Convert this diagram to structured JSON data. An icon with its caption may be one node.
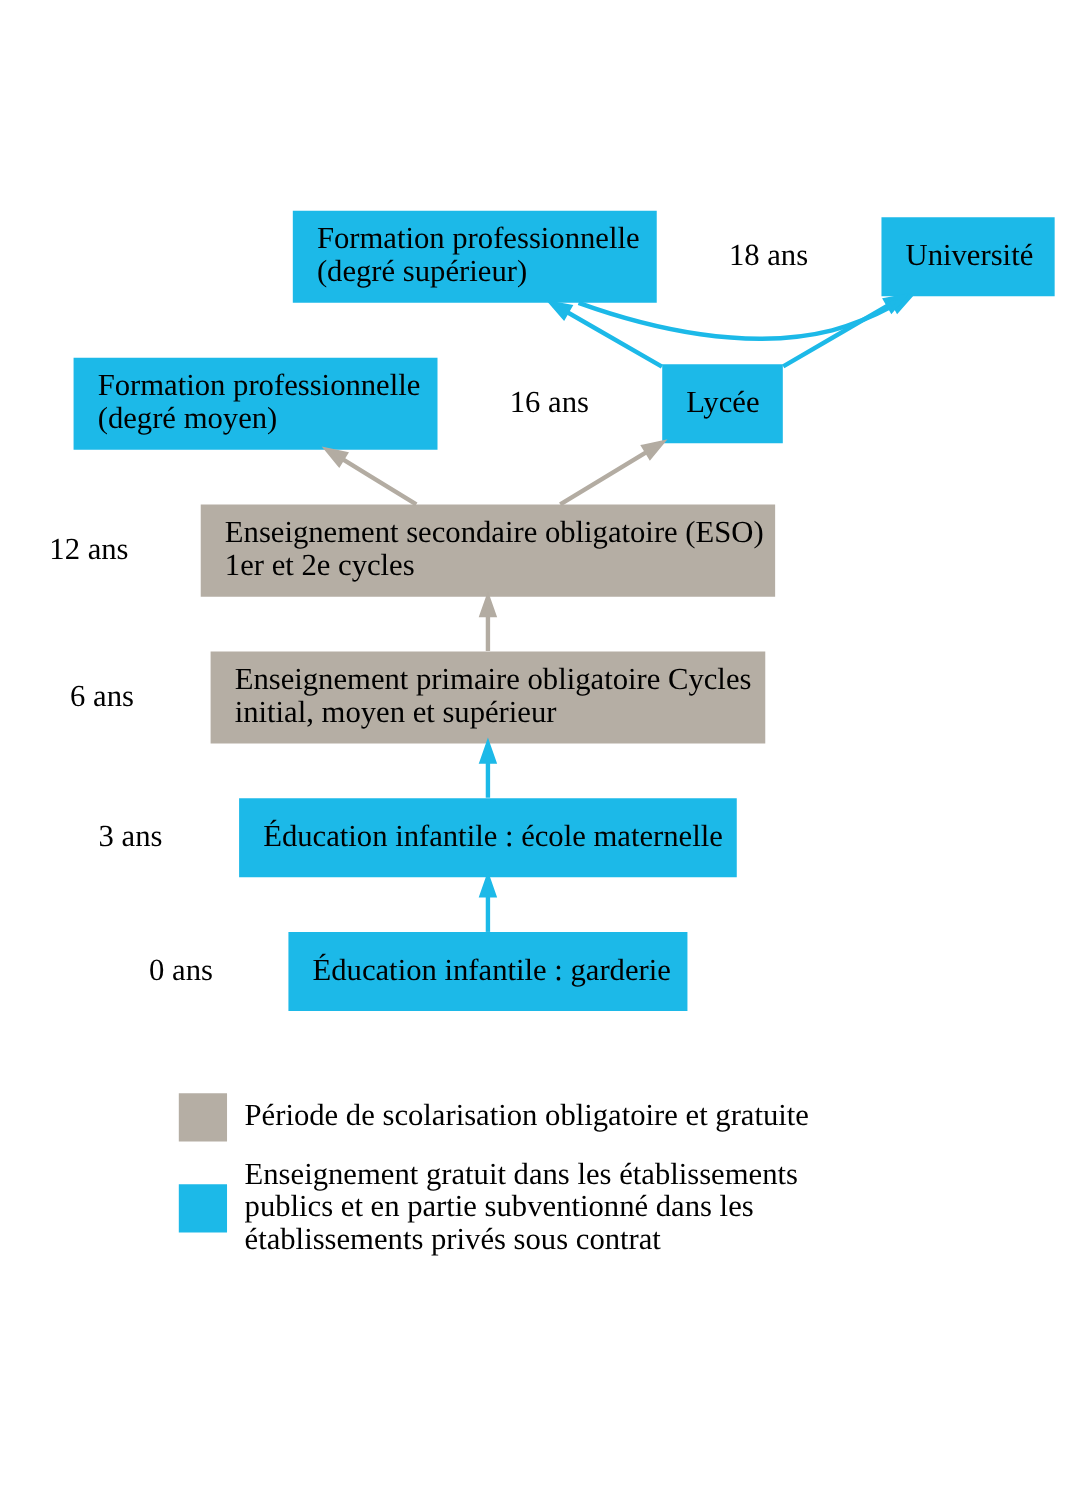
{
  "diagram": {
    "nodes": [
      {
        "text": [
          "Université"
        ],
        "beside": [
          "18 ans"
        ]
      },
      {
        "text": [
          "Formation professionnelle (degré supérieur)"
        ]
      },
      {
        "text": [
          "Lycée"
        ],
        "beside": [
          "16 ans"
        ]
      },
      {
        "text": [
          "Formation professionnelle (degré moyen)"
        ]
      },
      {
        "text": [
          "Enseignement secondaire obligatoire (ESO) 1er et 2e cycles"
        ],
        "beside": [
          "12 ans"
        ]
      },
      {
        "text": [
          "Enseignement primaire obligatoire Cycles initial, moyen et supérieur"
        ],
        "beside": [
          "6 ans"
        ]
      },
      {
        "text": [
          "Éducation infantile : école maternelle"
        ],
        "beside": [
          "3 ans"
        ]
      },
      {
        "text": [
          "Éducation infantile : garderie"
        ],
        "beside": [
          "0 ans"
        ]
      }
    ],
    "edges": [
      {
        "from": 1,
        "to": 0,
        "arrow": "to"
      },
      {
        "from": 2,
        "to": 0,
        "arrow": "to"
      },
      {
        "from": 2,
        "to": 1,
        "arrow": "to"
      },
      {
        "from": 4,
        "to": 2,
        "arrow": "to",
        "color": "#b3aca2"
      },
      {
        "from": 4,
        "to": 3,
        "arrow": "to",
        "color": "#b3aca2"
      },
      {
        "from": 5,
        "to": 4,
        "arrow": "to",
        "color": "#b3aca2"
      },
      {
        "from": 6,
        "to": 5,
        "arrow": "to"
      },
      {
        "from": 7,
        "to": 6,
        "arrow": "to"
      }
    ],
    "legend": [
      {
        "text": "Période de scolarisation obligatoire et gratuite",
        "color": "#b5aea4"
      },
      {
        "text": "Enseignement gratuit dans les établissements publics et en partie subventionné dans les établissements privés sous contrat",
        "color": "#1cb9e8"
      }
    ]
  }
}
